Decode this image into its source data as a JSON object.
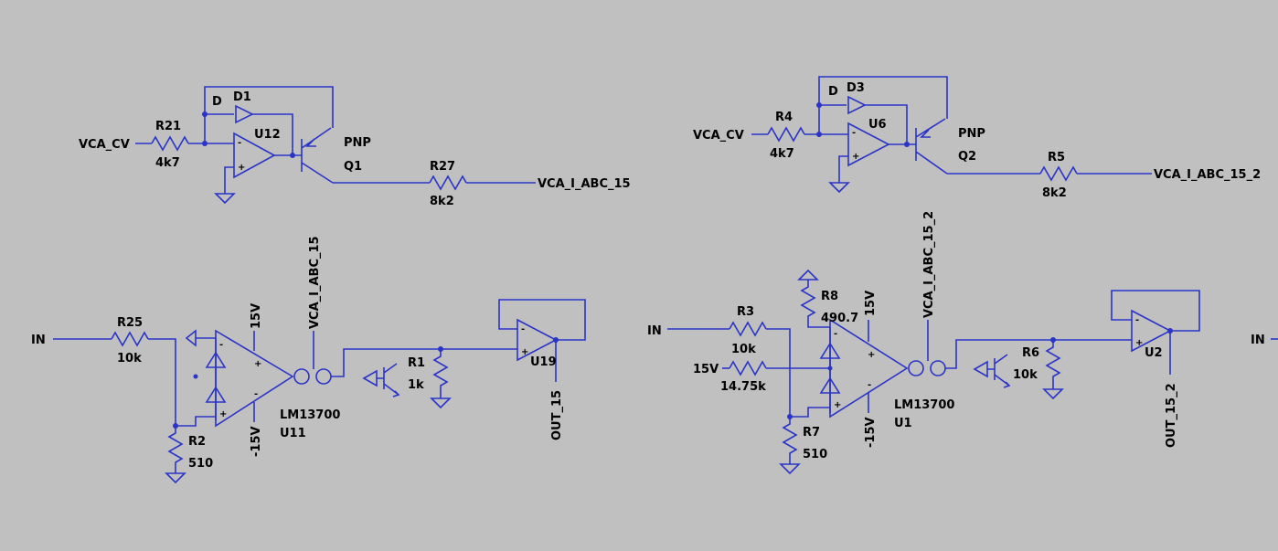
{
  "schematic": {
    "left": {
      "net_vca_cv": "VCA_CV",
      "r21": {
        "ref": "R21",
        "value": "4k7"
      },
      "d1": {
        "ref": "D1",
        "model": "D"
      },
      "u12": {
        "ref": "U12"
      },
      "q1": {
        "ref": "Q1",
        "model": "PNP"
      },
      "r27": {
        "ref": "R27",
        "value": "8k2"
      },
      "net_abc": "VCA_I_ABC_15",
      "net_in": "IN",
      "r25": {
        "ref": "R25",
        "value": "10k"
      },
      "r2": {
        "ref": "R2",
        "value": "510"
      },
      "ota": {
        "ref": "U11",
        "model": "LM13700",
        "vpos": "15V",
        "vneg": "-15V"
      },
      "net_abc_vert": "VCA_I_ABC_15",
      "r1": {
        "ref": "R1",
        "value": "1k"
      },
      "u19": {
        "ref": "U19"
      },
      "net_out": "OUT_15"
    },
    "right": {
      "net_vca_cv": "VCA_CV",
      "r4": {
        "ref": "R4",
        "value": "4k7"
      },
      "d3": {
        "ref": "D3",
        "model": "D"
      },
      "u6": {
        "ref": "U6"
      },
      "q2": {
        "ref": "Q2",
        "model": "PNP"
      },
      "r5": {
        "ref": "R5",
        "value": "8k2"
      },
      "net_abc": "VCA_I_ABC_15_2",
      "net_in": "IN",
      "r3": {
        "ref": "R3",
        "value": "10k"
      },
      "r8": {
        "ref": "R8",
        "value": "490.7"
      },
      "net_15v": "15V",
      "r9": {
        "value": "14.75k"
      },
      "r7": {
        "ref": "R7",
        "value": "510"
      },
      "ota": {
        "ref": "U1",
        "model": "LM13700",
        "vpos": "15V",
        "vneg": "-15V"
      },
      "net_abc_vert": "VCA_I_ABC_15_2",
      "r6": {
        "ref": "R6",
        "value": "10k"
      },
      "u2": {
        "ref": "U2"
      },
      "net_out": "OUT_15_2"
    },
    "edge_net_in": "IN",
    "pins": {
      "minus": "-",
      "plus": "+"
    }
  }
}
